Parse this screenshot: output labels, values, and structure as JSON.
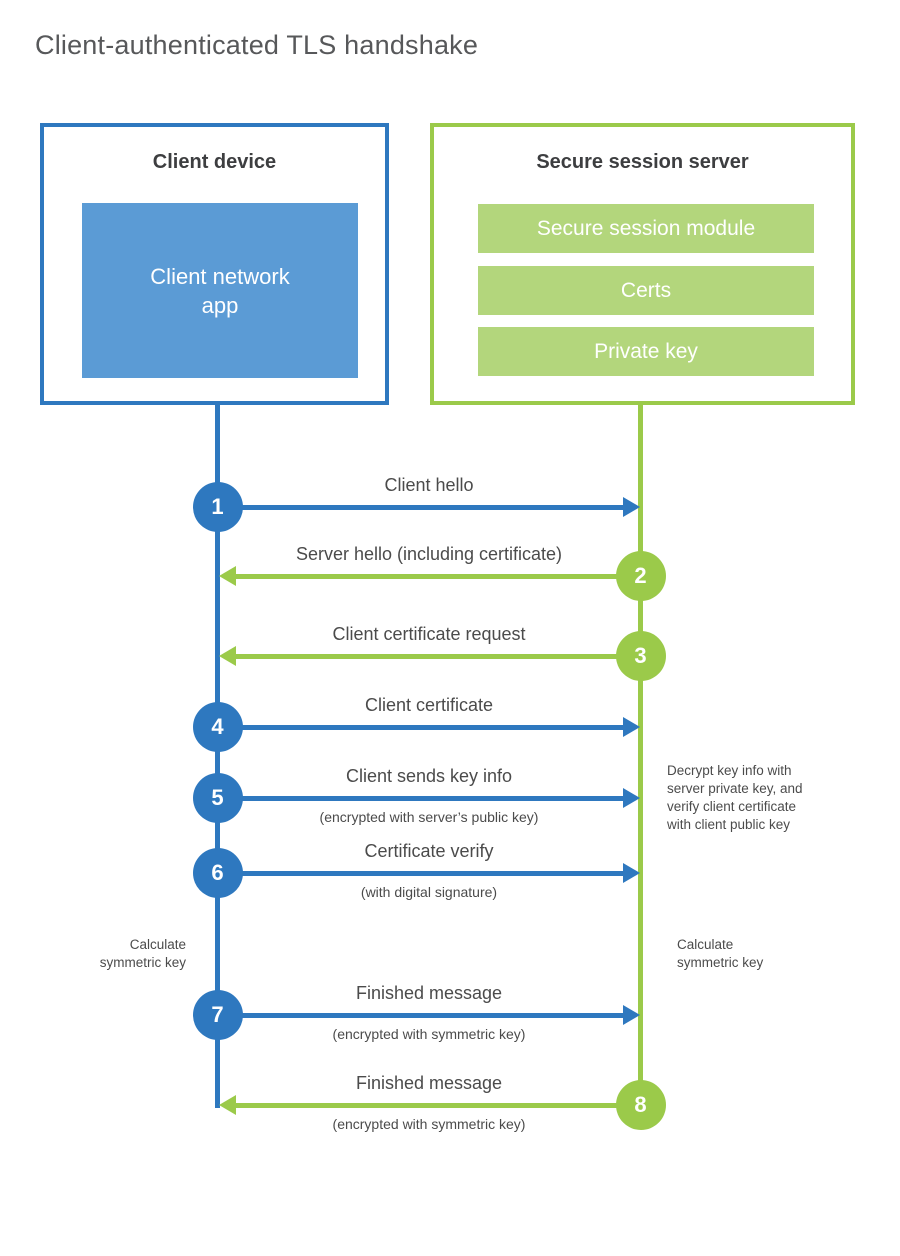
{
  "title": "Client-authenticated TLS handshake",
  "colors": {
    "blue": "#2e78bf",
    "blue_fill": "#5b9bd5",
    "green": "#9bca4a",
    "green_fill": "#b3d67c",
    "title_gray": "#57585a",
    "heading_dark": "#3d3e40",
    "label_gray": "#4b4b4b"
  },
  "client_box": {
    "title": "Client device",
    "app_label": "Client network\napp"
  },
  "server_box": {
    "title": "Secure session server",
    "modules": [
      "Secure session module",
      "Certs",
      "Private key"
    ]
  },
  "steps": [
    {
      "num": "1",
      "from": "client",
      "label": "Client hello",
      "sublabel": ""
    },
    {
      "num": "2",
      "from": "server",
      "label": "Server hello (including certificate)",
      "sublabel": ""
    },
    {
      "num": "3",
      "from": "server",
      "label": "Client certificate request",
      "sublabel": ""
    },
    {
      "num": "4",
      "from": "client",
      "label": "Client certificate",
      "sublabel": ""
    },
    {
      "num": "5",
      "from": "client",
      "label": "Client sends key info",
      "sublabel": "(encrypted with server’s public key)"
    },
    {
      "num": "6",
      "from": "client",
      "label": "Certificate verify",
      "sublabel": "(with digital signature)"
    },
    {
      "num": "7",
      "from": "client",
      "label": "Finished message",
      "sublabel": "(encrypted with symmetric key)"
    },
    {
      "num": "8",
      "from": "server",
      "label": "Finished message",
      "sublabel": "(encrypted with symmetric key)"
    }
  ],
  "annotations": {
    "decrypt_note": "Decrypt key info with\nserver private key, and\nverify client certificate\nwith client public key",
    "calc_left": "Calculate\nsymmetric key",
    "calc_right": "Calculate\nsymmetric key"
  }
}
